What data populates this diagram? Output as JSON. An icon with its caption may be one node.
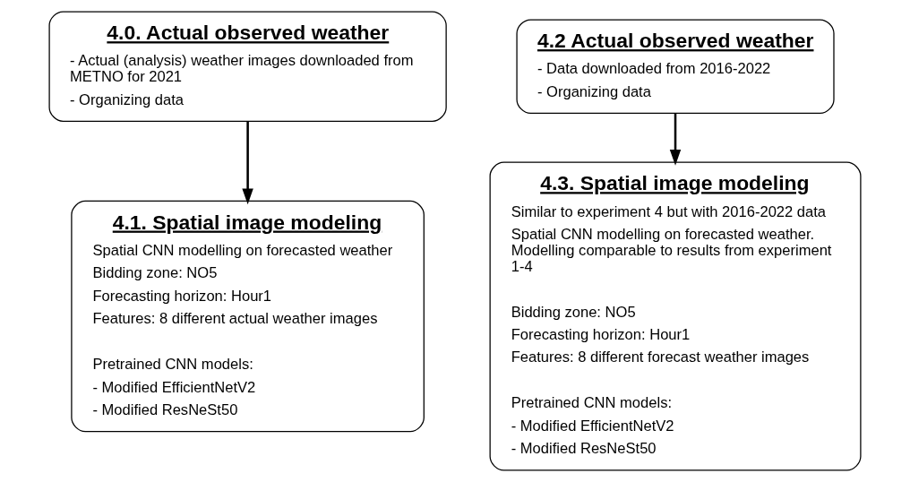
{
  "diagram": {
    "nodes": [
      {
        "text": [
          "4.0. Actual observed weather",
          "- Actual (analysis) weather images downloaded from METNO for 2021",
          "- Organizing data"
        ]
      },
      {
        "text": [
          "4.1. Spatial image modeling",
          "Spatial CNN modelling on forecasted weather",
          "Bidding zone: NO5",
          "Forecasting horizon: Hour1",
          "Features: 8 different actual weather images",
          "Pretrained CNN models:",
          "- Modified EfficientNetV2",
          "- Modified ResNeSt50"
        ]
      },
      {
        "text": [
          "4.2 Actual observed weather",
          "- Data downloaded from 2016-2022",
          "- Organizing data"
        ]
      },
      {
        "text": [
          "4.3. Spatial image modeling",
          "Similar to experiment 4 but with 2016-2022 data",
          "Spatial CNN modelling on forecasted weather. Modelling comparable to results from experiment 1-4",
          "Bidding zone: NO5",
          "Forecasting horizon: Hour1",
          "Features: 8 different forecast weather images",
          "Pretrained CNN models:",
          "- Modified EfficientNetV2",
          "- Modified ResNeSt50"
        ]
      }
    ],
    "edges": [
      {
        "from": 0,
        "to": 1,
        "arrow": "to"
      },
      {
        "from": 2,
        "to": 3,
        "arrow": "to"
      }
    ]
  }
}
